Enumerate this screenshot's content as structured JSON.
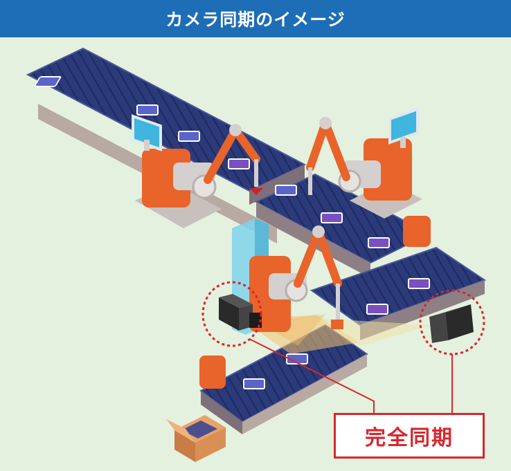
{
  "header": {
    "title": "カメラ同期のイメージ"
  },
  "callout": {
    "label": "完全同期"
  },
  "colors": {
    "header_bg": "#1e6db7",
    "background": "#e4f1de",
    "conveyor_belt": "#2b3a7a",
    "robot_orange": "#e8642a",
    "sync_red": "#d9262c",
    "camera": "#2a2a2a"
  },
  "icons": [
    "conveyor-belt",
    "robot-arm",
    "robot-base",
    "monitor",
    "camera",
    "light-curtain",
    "cardboard-box"
  ]
}
